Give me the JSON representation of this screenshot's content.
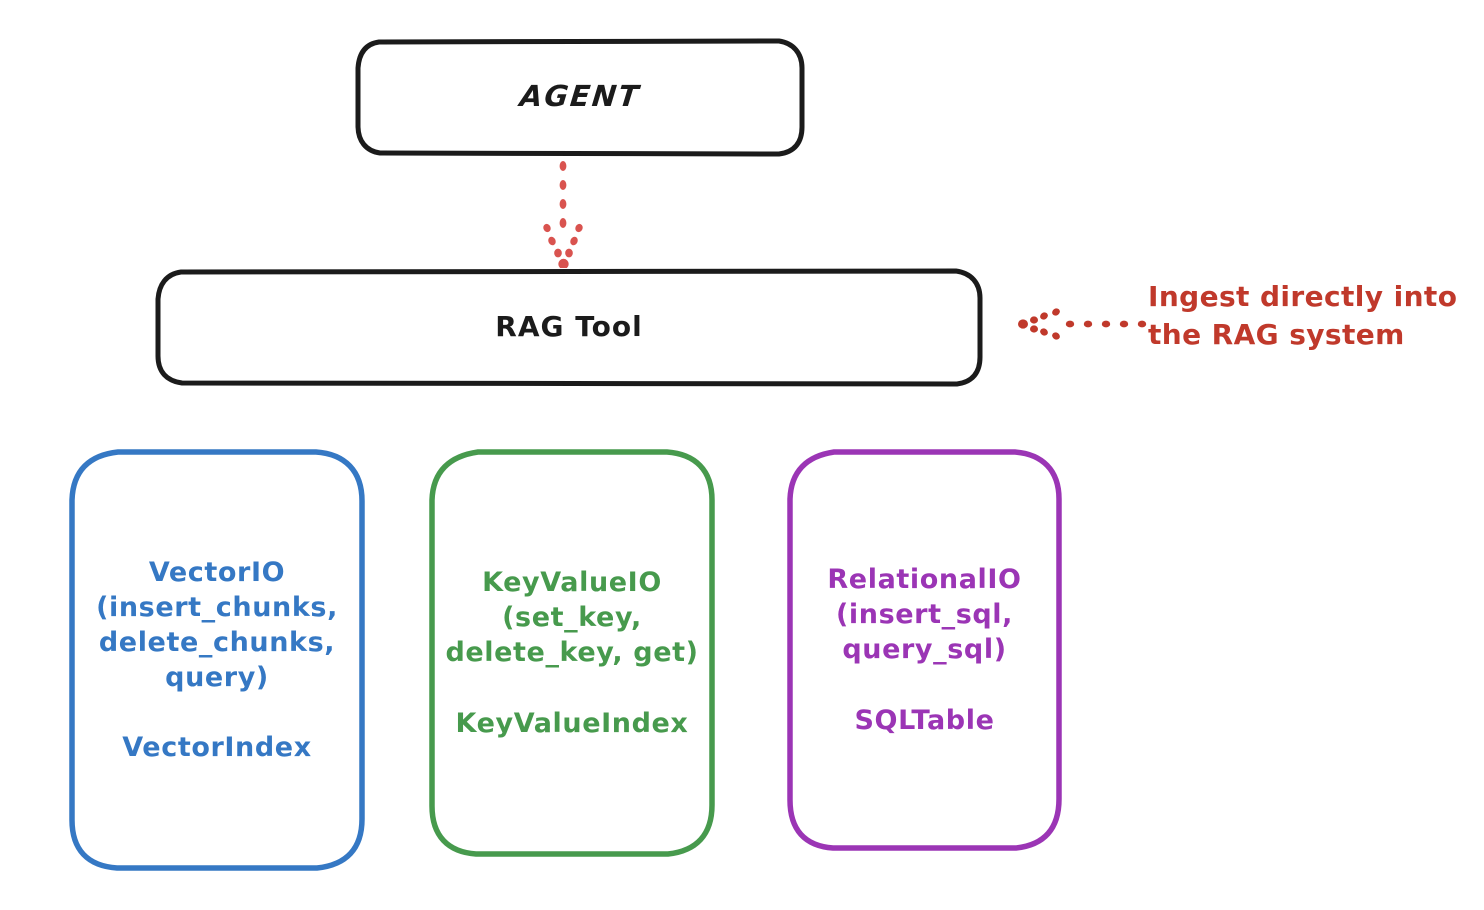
{
  "diagram": {
    "title_nodes": {
      "agent": {
        "label": "AGENT"
      },
      "rag_tool": {
        "label": "RAG Tool"
      }
    },
    "stores": [
      {
        "name": "VectorIO",
        "api_label": "VectorIO\n(insert_chunks,\ndelete_chunks,\nquery)",
        "index_label": "VectorIndex",
        "full_label": "VectorIO\n(insert_chunks,\ndelete_chunks,\nquery)\n\nVectorIndex",
        "color": "#3578c4",
        "methods": [
          "insert_chunks",
          "delete_chunks",
          "query"
        ]
      },
      {
        "name": "KeyValueIO",
        "api_label": "KeyValueIO\n(set_key,\ndelete_key, get)",
        "index_label": "KeyValueIndex",
        "full_label": "KeyValueIO\n(set_key,\ndelete_key, get)\n\nKeyValueIndex",
        "color": "#479a4d",
        "methods": [
          "set_key",
          "delete_key",
          "get"
        ]
      },
      {
        "name": "RelationalIO",
        "api_label": "RelationalIO\n(insert_sql,\nquery_sql)",
        "index_label": "SQLTable",
        "full_label": "RelationalIO\n(insert_sql,\nquery_sql)\n\nSQLTable",
        "color": "#9b35b5",
        "methods": [
          "insert_sql",
          "query_sql"
        ]
      }
    ],
    "annotation": {
      "text": "Ingest directly into\nthe RAG system",
      "color": "#c0392b"
    },
    "connectors": {
      "agent_to_rag_tool": {
        "style": "dotted",
        "direction": "down",
        "color": "#d9534f"
      },
      "ingest_into_rag": {
        "style": "dotted",
        "direction": "left",
        "color": "#c0392b"
      }
    },
    "palette": {
      "outline": "#1b1b1b",
      "background": "#ffffff",
      "blue": "#3578c4",
      "green": "#479a4d",
      "purple": "#9b35b5",
      "red": "#c0392b"
    }
  }
}
